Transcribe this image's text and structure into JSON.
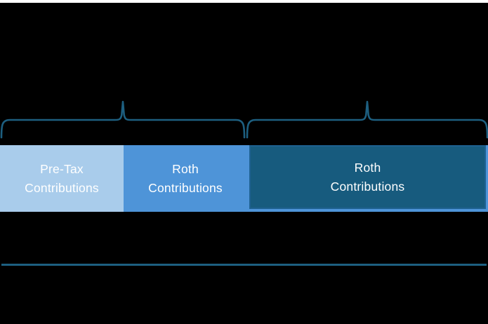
{
  "bar": {
    "text_color": "#ffffff",
    "segments": [
      {
        "line1": "Pre-Tax",
        "line2": "Contributions",
        "fill": "#a9cceb"
      },
      {
        "line1": "Roth",
        "line2": "Contributions",
        "fill": "#4e94d8"
      },
      {
        "line1": "Roth",
        "line2": "Contributions",
        "fill": "#175b7e",
        "border": "#1e6190",
        "outer_fill": "#4e94d8"
      }
    ]
  },
  "decorations": {
    "background_color": "#000000",
    "top_strip_color": "#ffffff",
    "brace_color": "#1d5f80",
    "divider_color": "#1d5f80"
  }
}
